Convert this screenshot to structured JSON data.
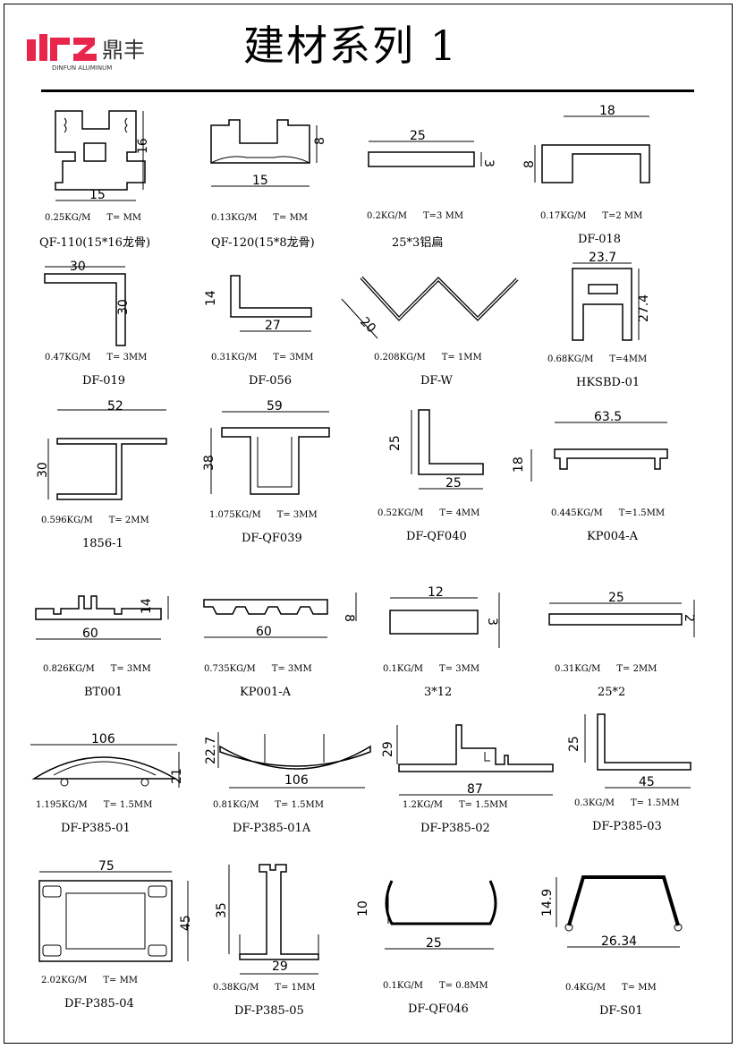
{
  "header": {
    "title": "建材系列 1",
    "brand_cn": "鼎丰",
    "brand_en": "DINFUN ALUMINUM",
    "logo_letters": "dFZ",
    "brand_color": "#e8254a"
  },
  "profiles": [
    {
      "weight": "0.25KG/M",
      "thickness": "T= MM",
      "code": "QF-110(15*16龙骨)",
      "dims": [
        "16",
        "15"
      ]
    },
    {
      "weight": "0.13KG/M",
      "thickness": "T= MM",
      "code": "QF-120(15*8龙骨)",
      "dims": [
        "8",
        "15"
      ]
    },
    {
      "weight": "0.2KG/M",
      "thickness": "T=3 MM",
      "code": "25*3铝扁",
      "dims": [
        "25",
        "3"
      ]
    },
    {
      "weight": "0.17KG/M",
      "thickness": "T=2 MM",
      "code": "DF-018",
      "dims": [
        "18",
        "8"
      ]
    },
    {
      "weight": "0.47KG/M",
      "thickness": "T= 3MM",
      "code": "DF-019",
      "dims": [
        "30",
        "30"
      ]
    },
    {
      "weight": "0.31KG/M",
      "thickness": "T= 3MM",
      "code": "DF-056",
      "dims": [
        "14",
        "27"
      ]
    },
    {
      "weight": "0.208KG/M",
      "thickness": "T= 1MM",
      "code": "DF-W",
      "dims": [
        "20"
      ]
    },
    {
      "weight": "0.68KG/M",
      "thickness": "T=4MM",
      "code": "HKSBD-01",
      "dims": [
        "23.7",
        "27.4"
      ]
    },
    {
      "weight": "0.596KG/M",
      "thickness": "T= 2MM",
      "code": "1856-1",
      "dims": [
        "52",
        "30"
      ]
    },
    {
      "weight": "1.075KG/M",
      "thickness": "T= 3MM",
      "code": "DF-QF039",
      "dims": [
        "59",
        "38"
      ]
    },
    {
      "weight": "0.52KG/M",
      "thickness": "T= 4MM",
      "code": "DF-QF040",
      "dims": [
        "25",
        "25"
      ]
    },
    {
      "weight": "0.445KG/M",
      "thickness": "T=1.5MM",
      "code": "KP004-A",
      "dims": [
        "63.5",
        "18"
      ]
    },
    {
      "weight": "0.826KG/M",
      "thickness": "T= 3MM",
      "code": "BT001",
      "dims": [
        "14",
        "60"
      ]
    },
    {
      "weight": "0.735KG/M",
      "thickness": "T= 3MM",
      "code": "KP001-A",
      "dims": [
        "8",
        "60"
      ]
    },
    {
      "weight": "0.1KG/M",
      "thickness": "T= 3MM",
      "code": "3*12",
      "dims": [
        "12",
        "3"
      ]
    },
    {
      "weight": "0.31KG/M",
      "thickness": "T= 2MM",
      "code": "25*2",
      "dims": [
        "25",
        "2"
      ]
    },
    {
      "weight": "1.195KG/M",
      "thickness": "T= 1.5MM",
      "code": "DF-P385-01",
      "dims": [
        "106",
        "21"
      ]
    },
    {
      "weight": "0.81KG/M",
      "thickness": "T= 1.5MM",
      "code": "DF-P385-01A",
      "dims": [
        "22.7",
        "106"
      ]
    },
    {
      "weight": "1.2KG/M",
      "thickness": "T= 1.5MM",
      "code": "DF-P385-02",
      "dims": [
        "29",
        "87"
      ]
    },
    {
      "weight": "0.3KG/M",
      "thickness": "T= 1.5MM",
      "code": "DF-P385-03",
      "dims": [
        "25",
        "45"
      ]
    },
    {
      "weight": "2.02KG/M",
      "thickness": "T= MM",
      "code": "DF-P385-04",
      "dims": [
        "75",
        "45"
      ]
    },
    {
      "weight": "0.38KG/M",
      "thickness": "T= 1MM",
      "code": "DF-P385-05",
      "dims": [
        "35",
        "29"
      ]
    },
    {
      "weight": "0.1KG/M",
      "thickness": "T= 0.8MM",
      "code": "DF-QF046",
      "dims": [
        "10",
        "25"
      ]
    },
    {
      "weight": "0.4KG/M",
      "thickness": "T= MM",
      "code": "DF-S01",
      "dims": [
        "14.9",
        "26.34"
      ]
    }
  ]
}
